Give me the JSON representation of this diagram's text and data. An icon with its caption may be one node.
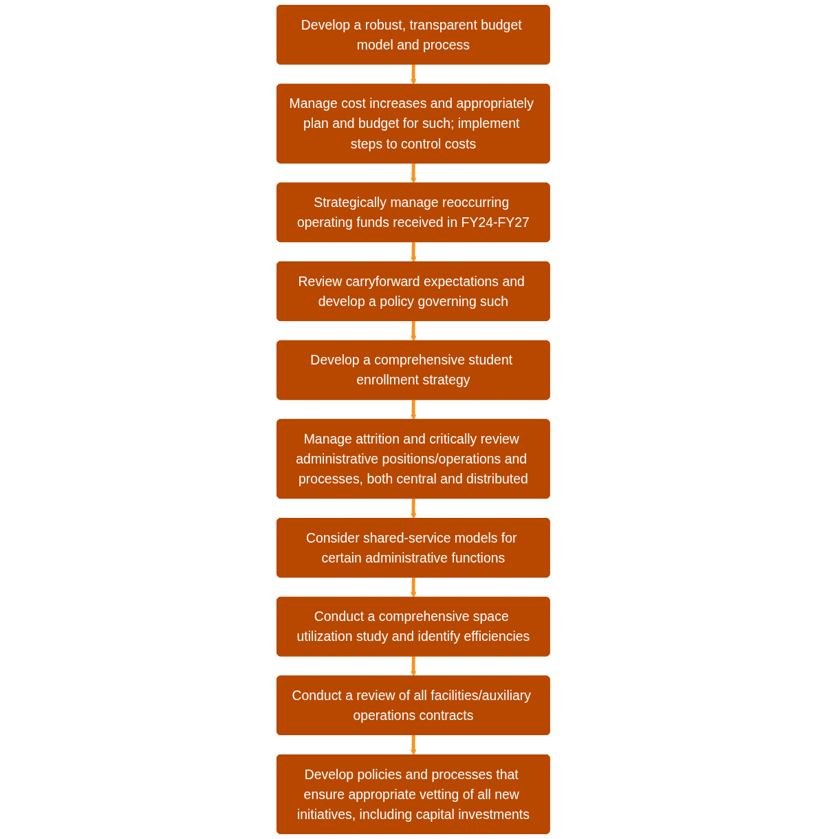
{
  "diagram": {
    "nodes": [
      {
        "text": [
          "Develop a robust, transparent budget model and process"
        ]
      },
      {
        "text": [
          "Manage cost increases and appropriately plan and budget for such; implement steps to control costs"
        ]
      },
      {
        "text": [
          "Strategically manage reoccurring operating funds received in FY24-FY27"
        ]
      },
      {
        "text": [
          "Review carryforward expectations and develop a policy governing such"
        ]
      },
      {
        "text": [
          "Develop a comprehensive student enrollment strategy"
        ]
      },
      {
        "text": [
          "Manage attrition and critically review administrative positions/operations and processes, both central and distributed"
        ]
      },
      {
        "text": [
          "Consider shared-service models for certain administrative functions"
        ]
      },
      {
        "text": [
          "Conduct a comprehensive space utilization study and identify efficiencies"
        ]
      },
      {
        "text": [
          "Conduct a review of all facilities/auxiliary operations contracts"
        ]
      },
      {
        "text": [
          "Develop policies and processes that ensure appropriate vetting of all new initiatives, including capital investments"
        ]
      }
    ],
    "edges": [
      {
        "from": 0,
        "to": 1,
        "arrow": "to"
      },
      {
        "from": 1,
        "to": 2,
        "arrow": "to"
      },
      {
        "from": 2,
        "to": 3,
        "arrow": "to"
      },
      {
        "from": 3,
        "to": 4,
        "arrow": "to"
      },
      {
        "from": 4,
        "to": 5,
        "arrow": "to"
      },
      {
        "from": 5,
        "to": 6,
        "arrow": "to"
      },
      {
        "from": 6,
        "to": 7,
        "arrow": "to"
      },
      {
        "from": 7,
        "to": 8,
        "arrow": "to"
      },
      {
        "from": 8,
        "to": 9,
        "arrow": "to"
      }
    ]
  }
}
